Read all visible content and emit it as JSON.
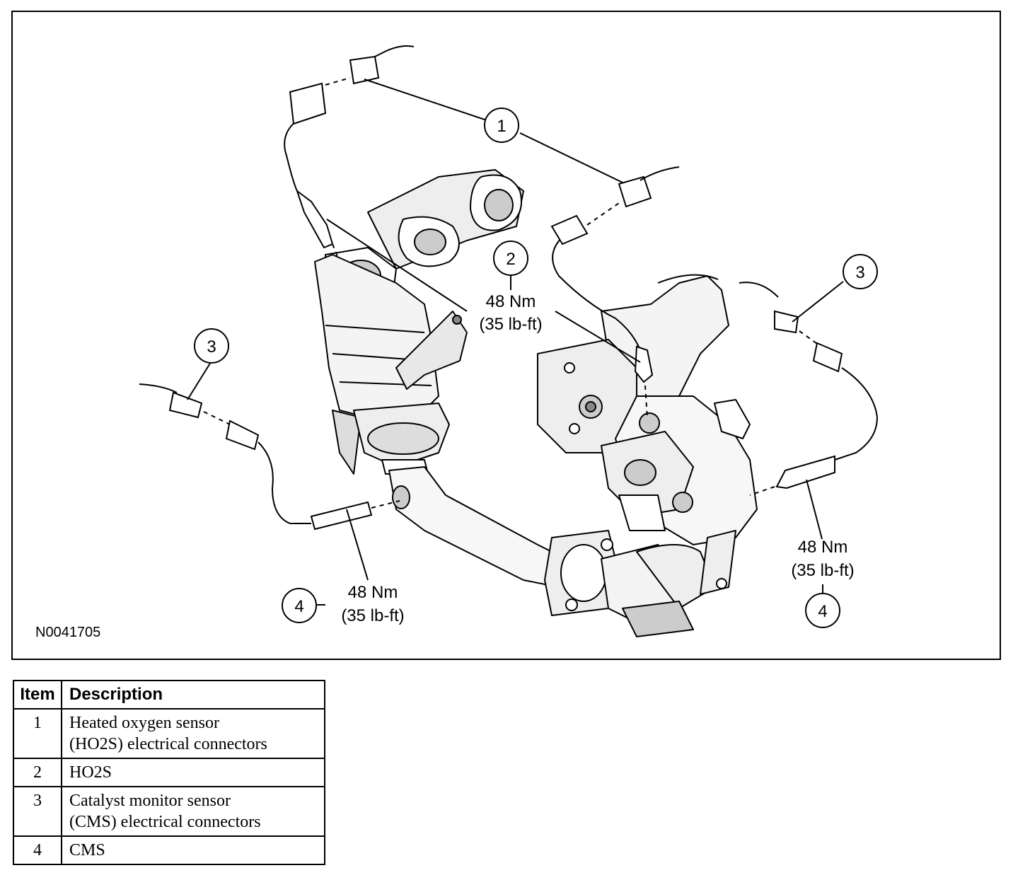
{
  "figure_id": "N0041705",
  "callouts": [
    {
      "id": "callout-1",
      "number": "1"
    },
    {
      "id": "callout-2",
      "number": "2"
    },
    {
      "id": "callout-3",
      "number": "3"
    },
    {
      "id": "callout-4",
      "number": "4"
    }
  ],
  "torque_labels": {
    "nm": "48 Nm",
    "lbft": "(35 lb-ft)"
  },
  "legend": {
    "header_item": "Item",
    "header_description": "Description",
    "rows": [
      {
        "item": "1",
        "line1": "Heated oxygen sensor",
        "line2": "(HO2S) electrical connectors"
      },
      {
        "item": "2",
        "line1": "HO2S",
        "line2": ""
      },
      {
        "item": "3",
        "line1": "Catalyst monitor sensor",
        "line2": "(CMS) electrical connectors"
      },
      {
        "item": "4",
        "line1": "CMS",
        "line2": ""
      }
    ]
  }
}
